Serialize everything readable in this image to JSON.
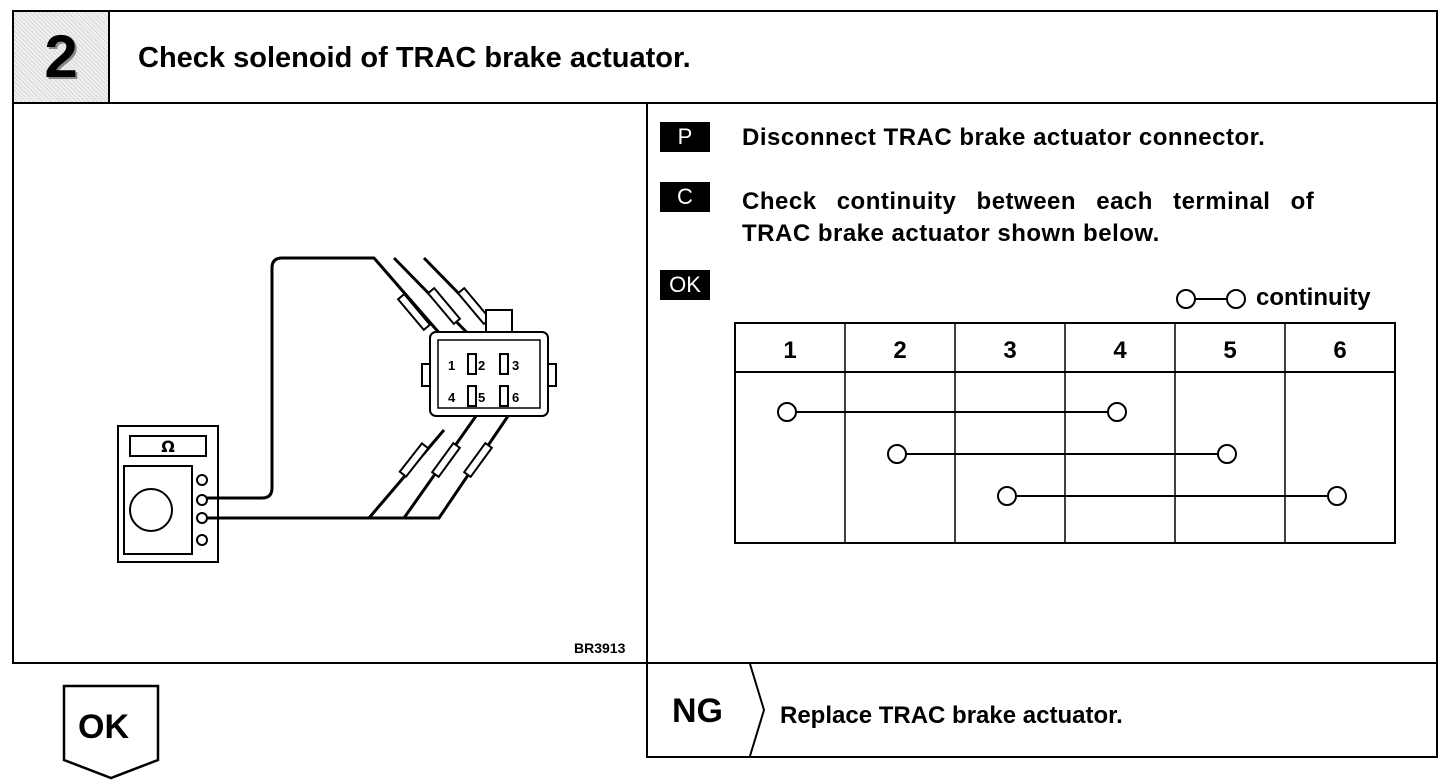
{
  "header": {
    "step_number": "2",
    "title": "Check solenoid of TRAC brake actuator."
  },
  "illustration": {
    "meter_symbol": "Ω",
    "terminal_labels": [
      "1",
      "2",
      "3",
      "4",
      "5",
      "6"
    ],
    "code": "BR3913"
  },
  "instructions": [
    {
      "tag": "P",
      "lines": [
        "Disconnect TRAC brake actuator connector."
      ]
    },
    {
      "tag": "C",
      "lines": [
        "Check continuity between each terminal of",
        "TRAC brake actuator shown below."
      ]
    },
    {
      "tag": "OK",
      "lines": []
    }
  ],
  "legend": {
    "text": "continuity"
  },
  "table": {
    "columns": [
      "1",
      "2",
      "3",
      "4",
      "5",
      "6"
    ],
    "continuity_pairs": [
      [
        1,
        4
      ],
      [
        2,
        5
      ],
      [
        3,
        6
      ]
    ]
  },
  "ng": {
    "label": "NG",
    "text": "Replace TRAC brake actuator."
  },
  "ok_result": {
    "label": "OK"
  }
}
